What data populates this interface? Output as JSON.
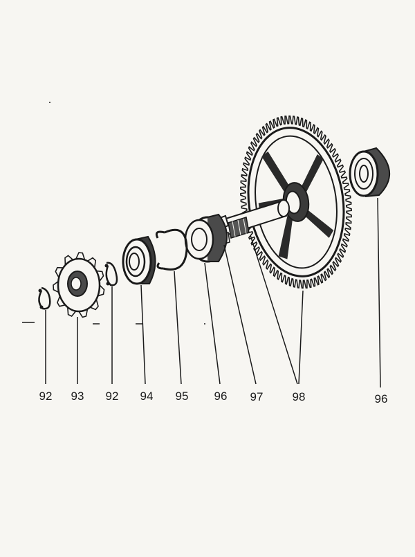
{
  "diagram": {
    "callouts": [
      {
        "id": "c92a",
        "label": "92"
      },
      {
        "id": "c93",
        "label": "93"
      },
      {
        "id": "c92b",
        "label": "92"
      },
      {
        "id": "c94",
        "label": "94"
      },
      {
        "id": "c95",
        "label": "95"
      },
      {
        "id": "c96a",
        "label": "96"
      },
      {
        "id": "c97",
        "label": "97"
      },
      {
        "id": "c98",
        "label": "98"
      },
      {
        "id": "c96b",
        "label": "96"
      }
    ],
    "colors": {
      "ink": "#1a1a1a",
      "paper": "#f7f6f2",
      "shade": "#3a3a3a"
    }
  }
}
